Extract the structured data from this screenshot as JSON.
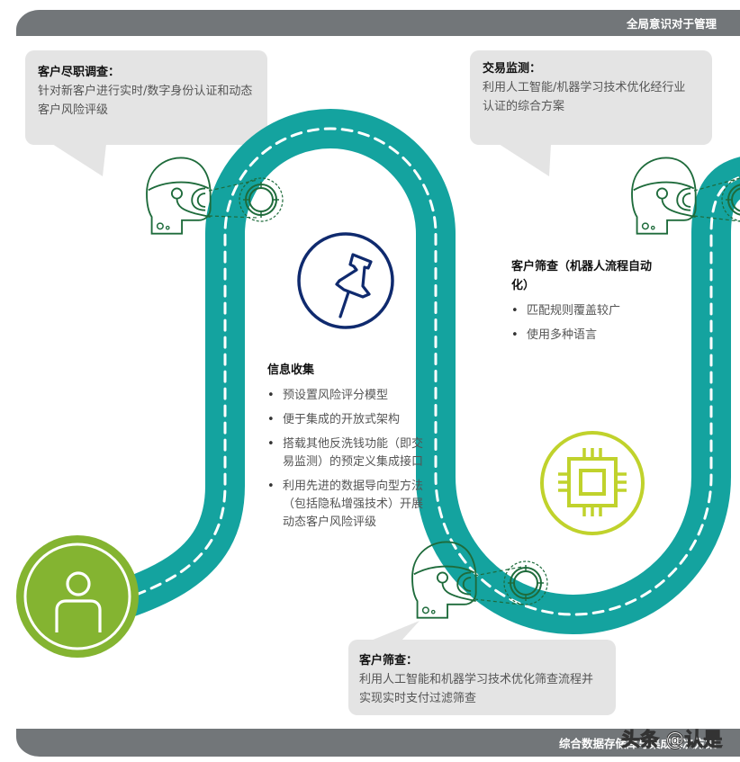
{
  "header": {
    "title": "全局意识对于管理"
  },
  "footer": {
    "title": "综合数据存储库与集成解决方案",
    "watermark": "头条 @认是"
  },
  "bubbles": [
    {
      "title": "客户尽职调查：",
      "lines": [
        "针对新客户进行实时/数字身份认证和动态",
        "客户风险评级"
      ]
    },
    {
      "title": "交易监测：",
      "lines": [
        "利用人工智能/机器学习技术优化经行业",
        "认证的综合方案"
      ]
    },
    {
      "title": "客户筛查：",
      "lines": [
        "利用人工智能和机器学习技术优化筛查流程并",
        "实现实时支付过滤筛查"
      ]
    }
  ],
  "info_collection": {
    "title": "信息收集",
    "items": [
      "预设置风险评分模型",
      "便于集成的开放式架构",
      "搭载其他反洗钱功能（即交易监测）的预定义集成接口",
      "利用先进的数据导向型方法（包括隐私增强技术）开展动态客户风险评级"
    ]
  },
  "customer_screening_rpa": {
    "title": "客户筛查（机器人流程自动化）",
    "items": [
      "匹配规则覆盖较广",
      "使用多种语言"
    ]
  },
  "icons": {
    "person": "person-icon",
    "pushpin": "pushpin-icon",
    "chip": "chip-icon",
    "robot_head": "robot-head-icon",
    "target": "target-reticle-icon"
  },
  "colors": {
    "road": "#14a39f",
    "banner": "#727679",
    "bubble": "#e4e4e4",
    "person_circle": "#84b431",
    "pushpin_circle": "#0f2a6e",
    "chip": "#c0d22c",
    "robot_line": "#1e6b3b"
  }
}
